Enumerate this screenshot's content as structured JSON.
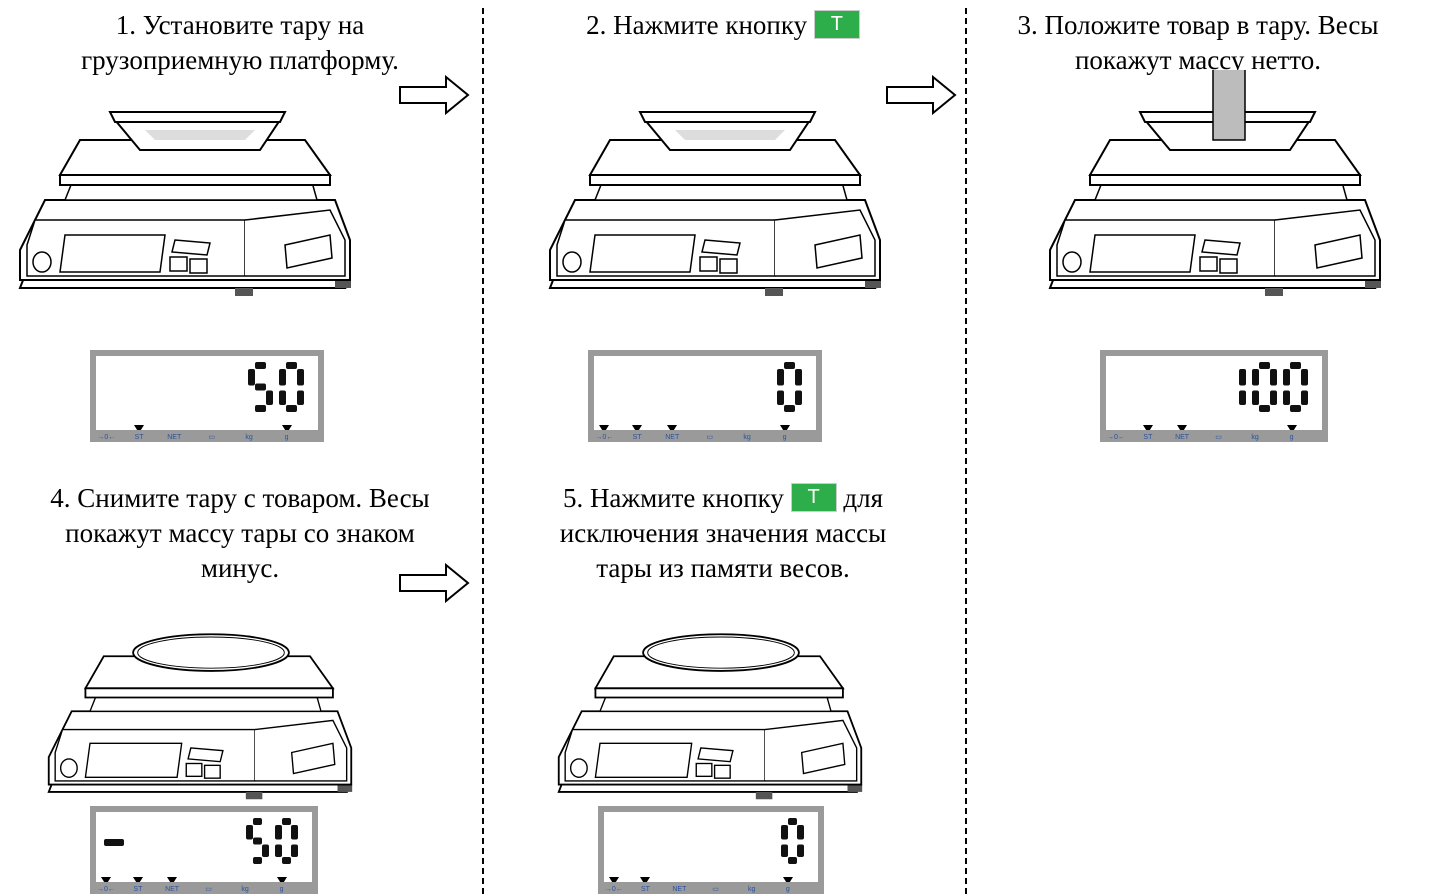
{
  "steps": [
    {
      "lines": [
        "1. Установите тару на",
        "грузоприемную платформу."
      ],
      "display": "50",
      "minus": false,
      "marks": [
        "st",
        "g"
      ]
    },
    {
      "lines": [
        "2. Нажмите кнопку"
      ],
      "button": "T",
      "display": "0",
      "minus": false,
      "marks": [
        "zero",
        "st",
        "net",
        "g"
      ]
    },
    {
      "lines": [
        "3. Положите товар в тару. Весы",
        "покажут массу нетто."
      ],
      "display": "100",
      "minus": false,
      "marks": [
        "st",
        "net",
        "g"
      ]
    },
    {
      "lines": [
        "4. Снимите тару с товаром. Весы",
        "покажут массу тары со знаком",
        "минус."
      ],
      "display": "50",
      "minus": true,
      "marks": [
        "zero",
        "st",
        "net",
        "g"
      ]
    },
    {
      "lines_pre": "5. Нажмите кнопку",
      "button": "T",
      "lines_post": "для",
      "lines": [
        "исключения значения массы",
        "тары из памяти весов."
      ],
      "display": "0",
      "minus": false,
      "marks": [
        "zero",
        "st",
        "g"
      ]
    }
  ],
  "indicators": {
    "zero": "→0←",
    "st": "ST",
    "net": "NET",
    "tare": "▭",
    "kg": "kg",
    "g": "g"
  }
}
